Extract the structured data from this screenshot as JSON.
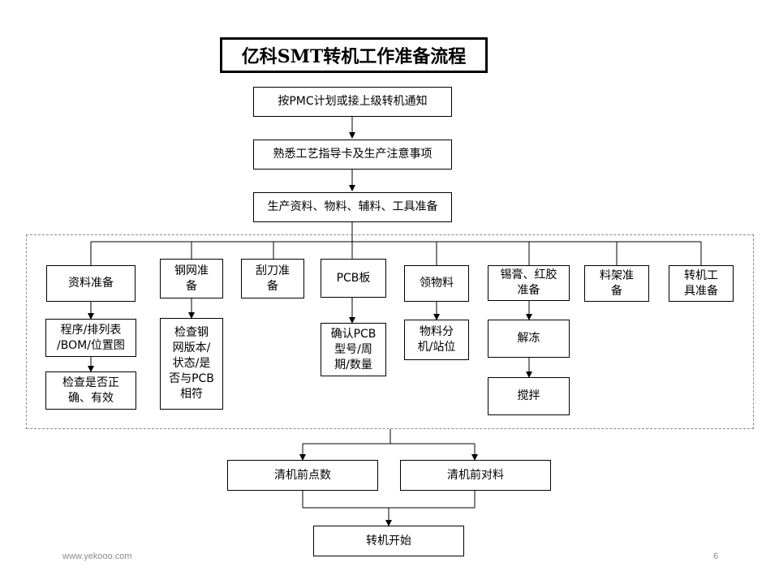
{
  "title": "亿科SMT转机工作准备流程",
  "steps": {
    "notify": "按PMC计划或接上级转机通知",
    "study": "熟悉工艺指导卡及生产注意事项",
    "prepare": "生产资料、物料、辅料、工具准备"
  },
  "branches": {
    "docs": "资料准备",
    "docs_program": "程序/排列表\n/BOM/位置图",
    "docs_check": "检查是否正\n确、有效",
    "stencil": "钢网准\n备",
    "stencil_check": "检查钢\n网版本/\n状态/是\n否与PCB\n相符",
    "squeegee": "刮刀准\n备",
    "pcb": "PCB板",
    "pcb_check": "确认PCB\n型号/周\n期/数量",
    "material": "领物料",
    "material_split": "物料分\n机/站位",
    "paste": "锡膏、红胶\n准备",
    "thaw": "解冻",
    "stir": "搅拌",
    "rack": "料架准\n备",
    "tools": "转机工\n具准备"
  },
  "final": {
    "count": "清机前点数",
    "verify": "清机前对料",
    "start": "转机开始"
  },
  "footer": {
    "site": "www.yekooo.com",
    "page": "6"
  }
}
